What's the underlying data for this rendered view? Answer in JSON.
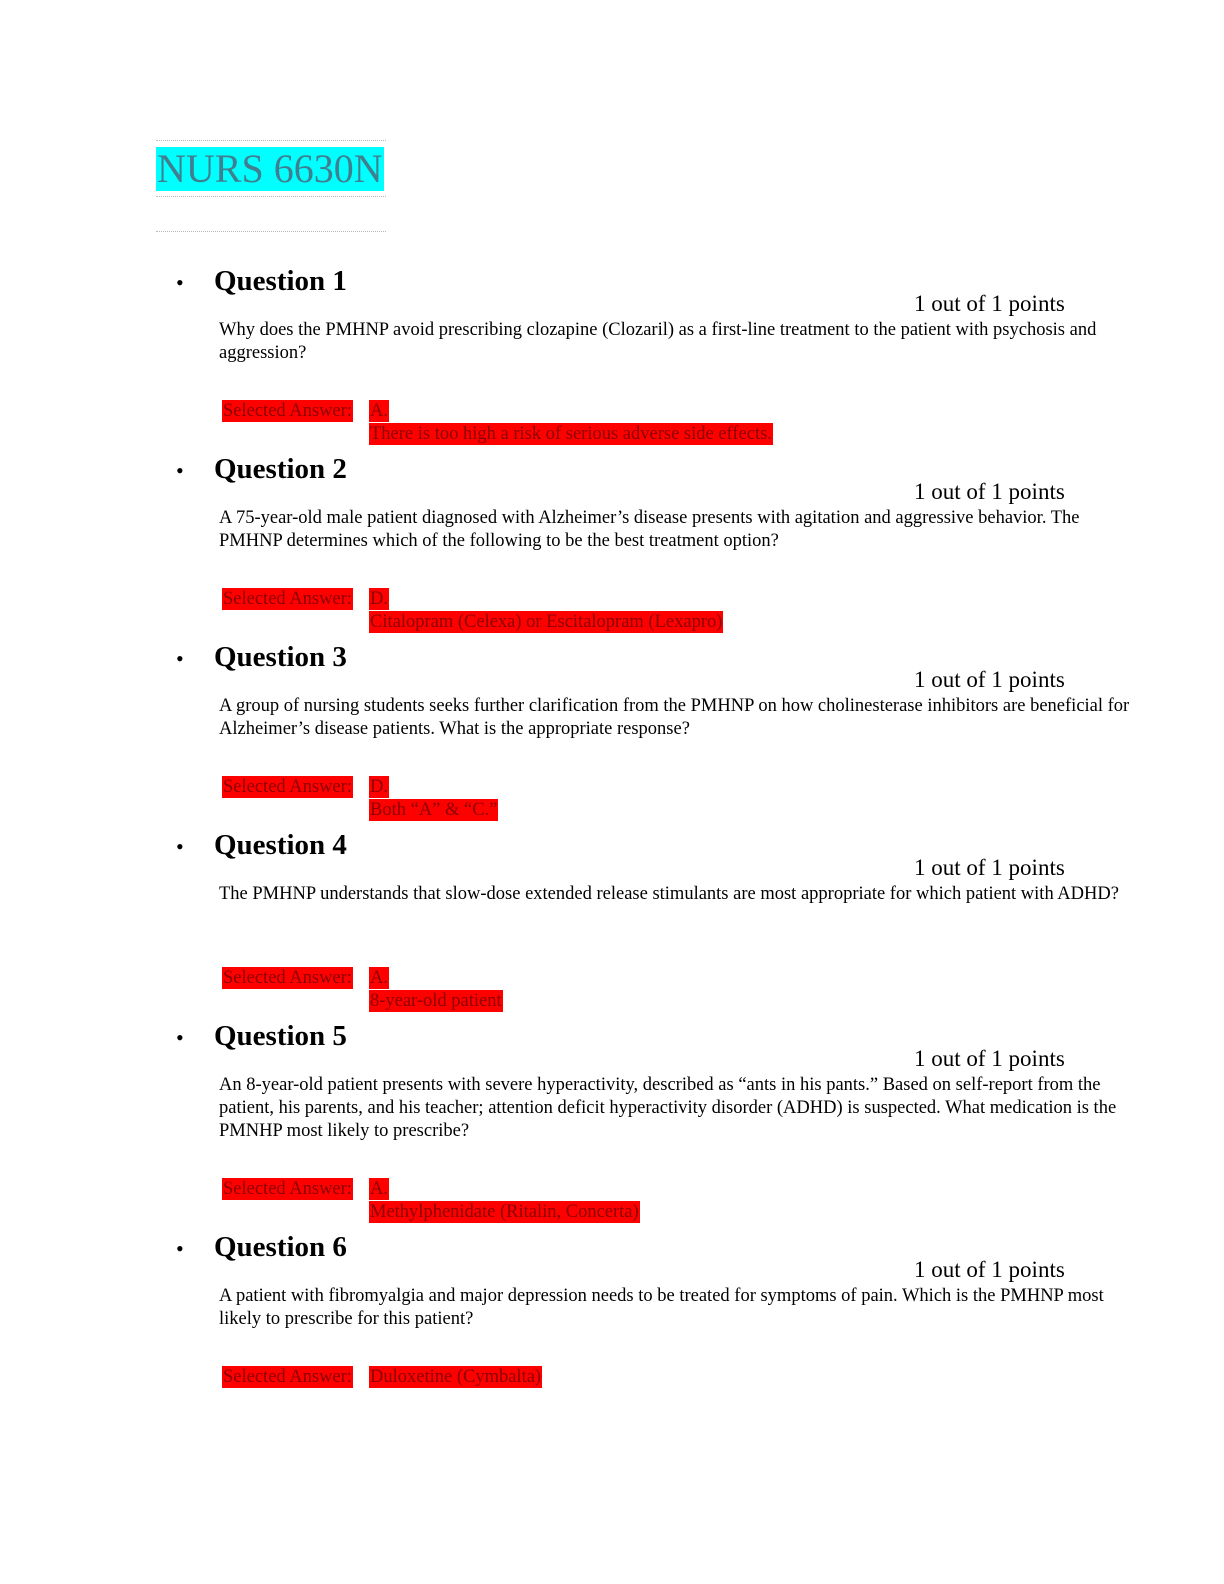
{
  "header": {
    "course_title": "NURS 6630N"
  },
  "questions": [
    {
      "title": "Question 1",
      "points": "1 out of 1 points",
      "text": "Why does the PMHNP avoid prescribing clozapine (Clozaril) as a first-line treatment to the patient with psychosis and aggression?",
      "selected_label": "Selected Answer:",
      "answer_letter": "A.",
      "answer_text": "There is too high a risk of serious adverse side effects."
    },
    {
      "title": "Question 2",
      "points": "1 out of 1 points",
      "text": "A 75-year-old male patient diagnosed with Alzheimer’s disease presents with agitation and aggressive behavior. The PMHNP determines which of the following to be the best treatment option?",
      "selected_label": "Selected Answer:",
      "answer_letter": "D.",
      "answer_text": "Citalopram (Celexa) or Escitalopram (Lexapro)"
    },
    {
      "title": "Question 3",
      "points": "1 out of 1 points",
      "text": "A group of nursing students seeks further clarification from the PMHNP on how cholinesterase inhibitors are beneficial for Alzheimer’s disease patients. What is the appropriate response?",
      "selected_label": "Selected Answer:",
      "answer_letter": "D.",
      "answer_text": "Both “A” & “C.”"
    },
    {
      "title": "Question 4",
      "points": "1 out of 1 points",
      "text": "The PMHNP understands that slow-dose extended release stimulants are most appropriate for which patient with ADHD?",
      "selected_label": "Selected Answer:",
      "answer_letter": "A.",
      "answer_text": "8-year-old patient"
    },
    {
      "title": "Question 5",
      "points": "1 out of 1 points",
      "text": "An 8-year-old patient presents with severe hyperactivity, described as “ants in his pants.” Based on self-report from the patient, his parents, and his teacher; attention deficit hyperactivity disorder (ADHD) is suspected. What medication is the PMNHP most likely to prescribe?",
      "selected_label": "Selected Answer:",
      "answer_letter": "A.",
      "answer_text": "Methylphenidate (Ritalin, Concerta)"
    },
    {
      "title": "Question 6",
      "points": "1 out of 1 points",
      "text": "A patient with fibromyalgia and major depression needs to be treated for symptoms of pain. Which is the PMHNP most likely to prescribe for this patient?",
      "selected_label": "Selected Answer:",
      "answer_letter": "",
      "answer_text": "Duloxetine (Cymbalta)"
    }
  ]
}
